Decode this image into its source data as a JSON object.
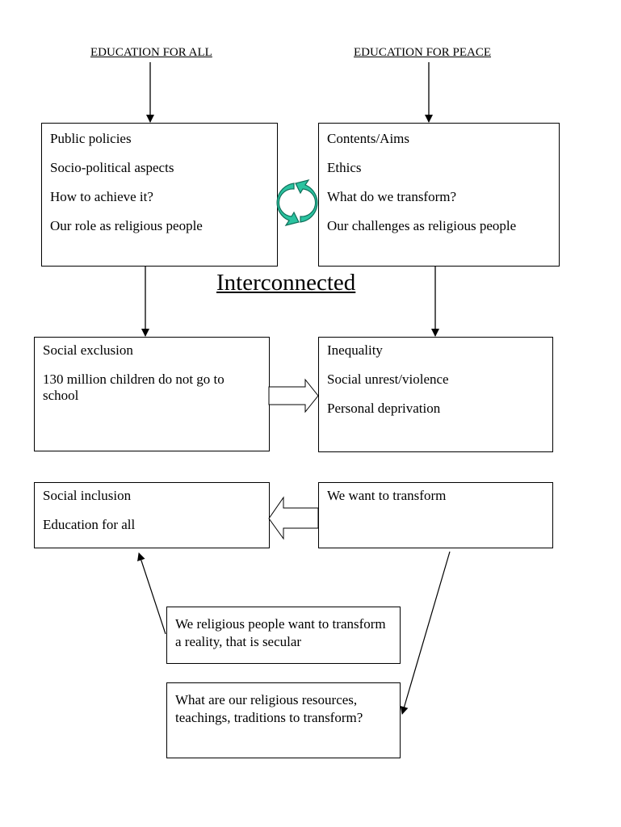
{
  "headings": {
    "left": "EDUCATION FOR ALL",
    "right": "EDUCATION FOR PEACE"
  },
  "top_left_box": {
    "lines": [
      "Public policies",
      "Socio-political aspects",
      "How to achieve it?",
      "Our role as religious people"
    ]
  },
  "top_right_box": {
    "lines": [
      "Contents/Aims",
      "Ethics",
      "What do we transform?",
      "Our challenges as religious people"
    ]
  },
  "center_label": "Interconnected",
  "middle_left_box": {
    "lines": [
      "Social exclusion",
      "130 million children do not go to school"
    ]
  },
  "middle_right_box": {
    "lines": [
      "Inequality",
      "Social unrest/violence",
      "Personal deprivation"
    ]
  },
  "lower_left_box": {
    "lines": [
      "Social inclusion",
      "Education for all"
    ]
  },
  "lower_right_box": {
    "lines": [
      "We want to transform"
    ]
  },
  "note_box_1": {
    "text": "We religious people want to transform a reality, that is secular"
  },
  "note_box_2": {
    "text": "What are our religious resources, teachings, traditions to transform?"
  },
  "colors": {
    "cycle_arrow_fill": "#2bc3a0",
    "cycle_arrow_stroke": "#0f6f5a",
    "line": "#000000"
  },
  "icons": {
    "cycle": "circular-arrow-icon"
  }
}
